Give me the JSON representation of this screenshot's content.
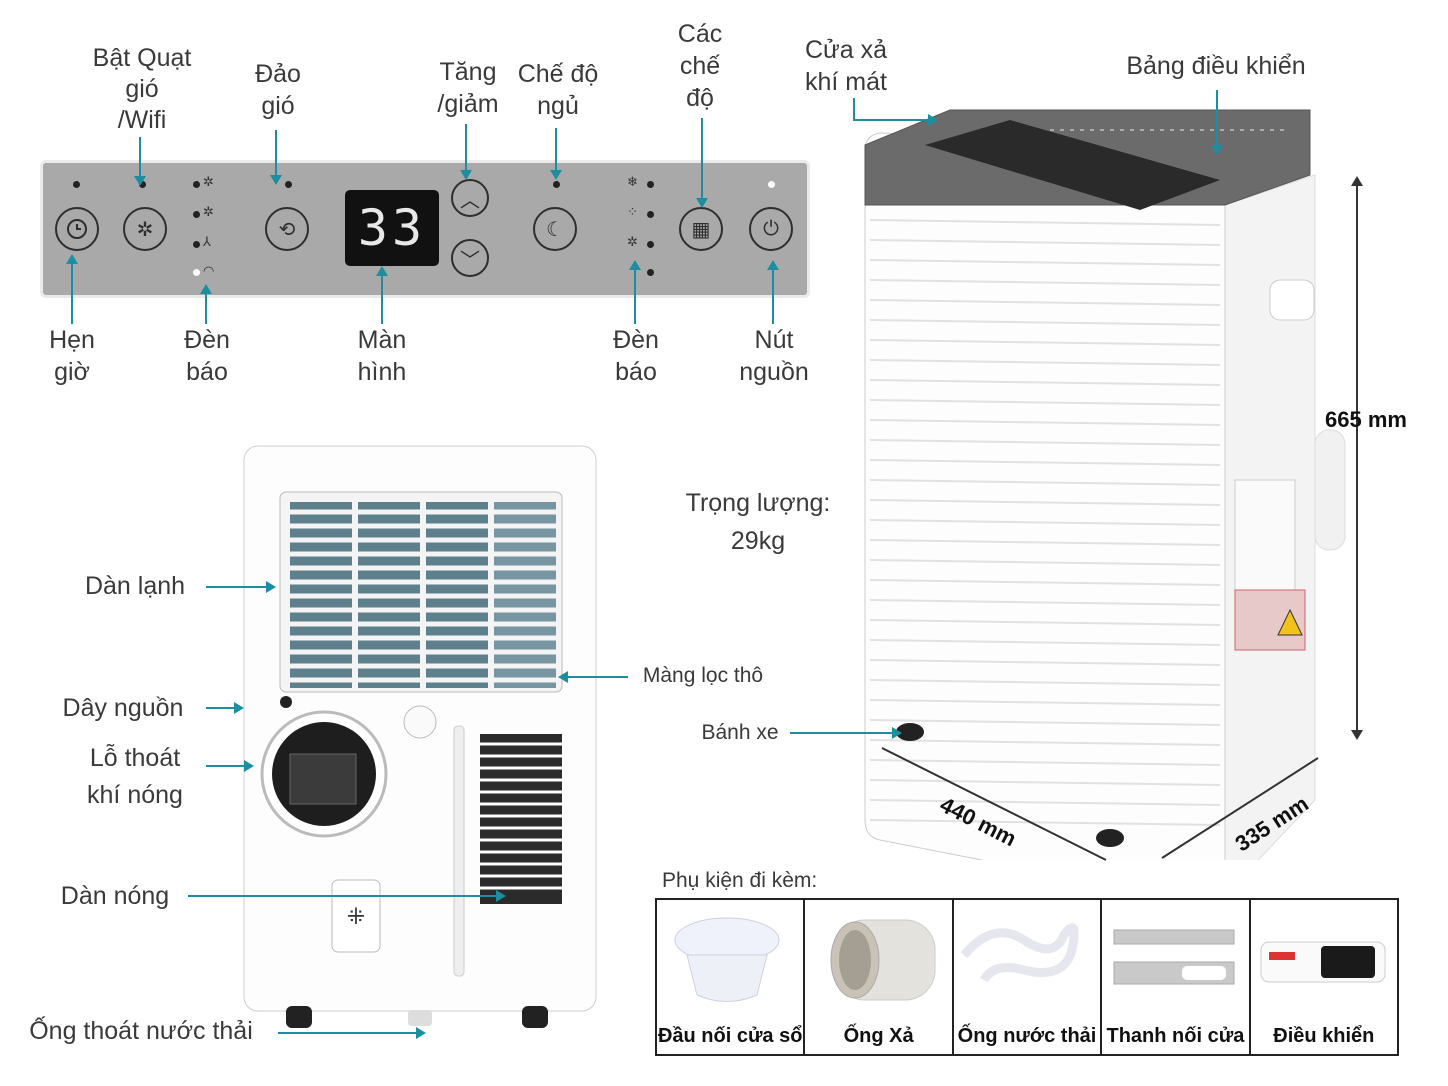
{
  "panel": {
    "display_value": "33",
    "labels": {
      "timer": "Hẹn\ngiờ",
      "fan_wifi": "Bật Quạt\ngió\n/Wifi",
      "indicator_left": "Đèn\nbáo",
      "swing": "Đảo\ngió",
      "screen": "Màn\nhình",
      "up_down": "Tăng\n/giảm",
      "sleep": "Chế độ\nngủ",
      "indicator_right": "Đèn\nbáo",
      "modes": "Các\nchế\nđộ",
      "power": "Nút\nnguồn"
    }
  },
  "front_unit": {
    "cool_air_outlet": "Cửa xả\nkhí mát",
    "control_board": "Bảng điều khiển",
    "height": "665 mm",
    "width": "440 mm",
    "depth": "335 mm",
    "wheels": "Bánh xe",
    "weight": "Trọng lượng:\n29kg"
  },
  "rear_unit": {
    "evaporator": "Dàn lạnh",
    "power_cord": "Dây nguồn",
    "hot_air_outlet": "Lỗ thoát\nkhí nóng",
    "condenser": "Dàn nóng",
    "drain": "Ống thoát nước thải",
    "filter": "Màng lọc thô"
  },
  "accessories": {
    "title": "Phụ kiện đi kèm:",
    "items": [
      {
        "name": "Đầu nối cửa sổ"
      },
      {
        "name": "Ống Xả"
      },
      {
        "name": "Ống nước thải"
      },
      {
        "name": "Thanh nối cửa"
      },
      {
        "name": "Điều khiển"
      }
    ]
  }
}
